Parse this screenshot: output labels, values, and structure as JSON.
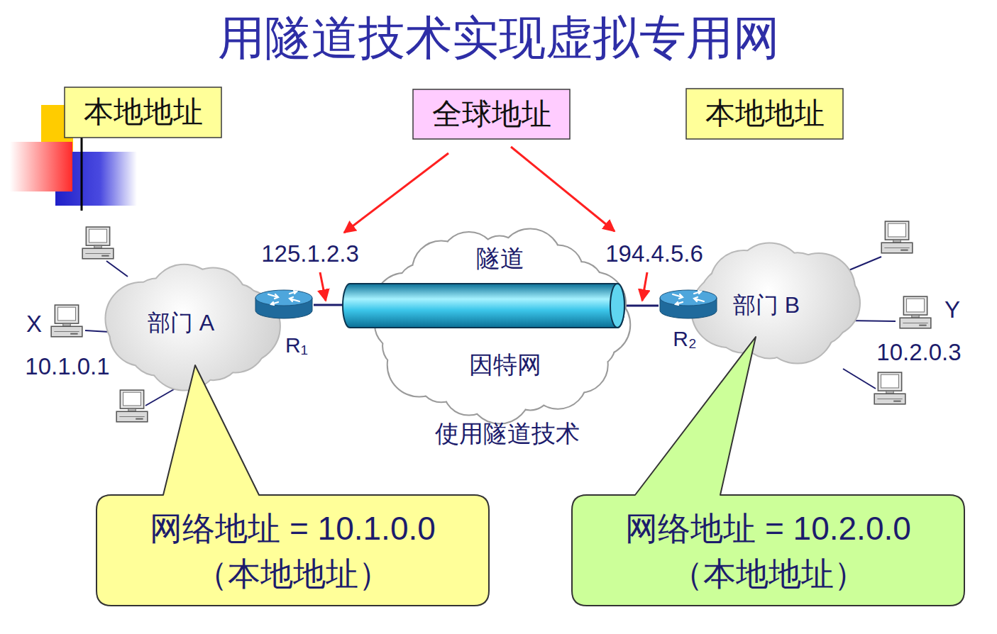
{
  "diagram": {
    "title": "用隧道技术实现虚拟专用网",
    "nodes": [
      {
        "text": [
          "本地地址"
        ]
      },
      {
        "text": [
          "全球地址"
        ]
      },
      {
        "text": [
          "本地地址"
        ]
      },
      {
        "text": [
          "部门 A"
        ]
      },
      {
        "text": [
          "R₁"
        ]
      },
      {
        "text": [
          "因特网"
        ]
      },
      {
        "text": [
          "隧道"
        ],
        "in": 5
      },
      {
        "text": [
          "R₂"
        ]
      },
      {
        "text": [
          "部门 B"
        ]
      },
      {
        "text": [
          "网络地址 = 10.1.0.0",
          "（本地地址）"
        ]
      },
      {
        "text": [
          "网络地址 = 10.2.0.0",
          "（本地地址）"
        ]
      }
    ],
    "edges": [
      {
        "from": 4,
        "to": 6,
        "arrow": "none"
      },
      {
        "from": 6,
        "to": 7,
        "arrow": "none"
      }
    ],
    "labels": [
      "125.1.2.3",
      "194.4.5.6",
      "X",
      "10.1.0.1",
      "Y",
      "10.2.0.3",
      "使用隧道技术"
    ]
  }
}
